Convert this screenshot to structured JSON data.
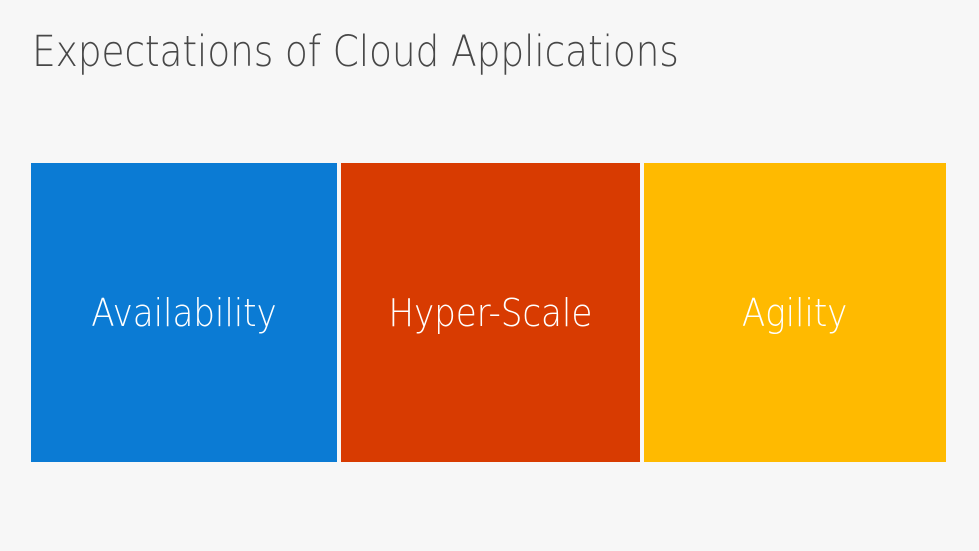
{
  "slide": {
    "title": "Expectations of Cloud Applications",
    "background_color": "#f7f7f7",
    "title_color": "#474747"
  },
  "tiles": [
    {
      "label": "Availability",
      "color": "#0b7bd4",
      "text_color": "#ffffff"
    },
    {
      "label": "Hyper-Scale",
      "color": "#d83b01",
      "text_color": "#ffffff"
    },
    {
      "label": "Agility",
      "color": "#ffba00",
      "text_color": "#ffffff"
    }
  ]
}
